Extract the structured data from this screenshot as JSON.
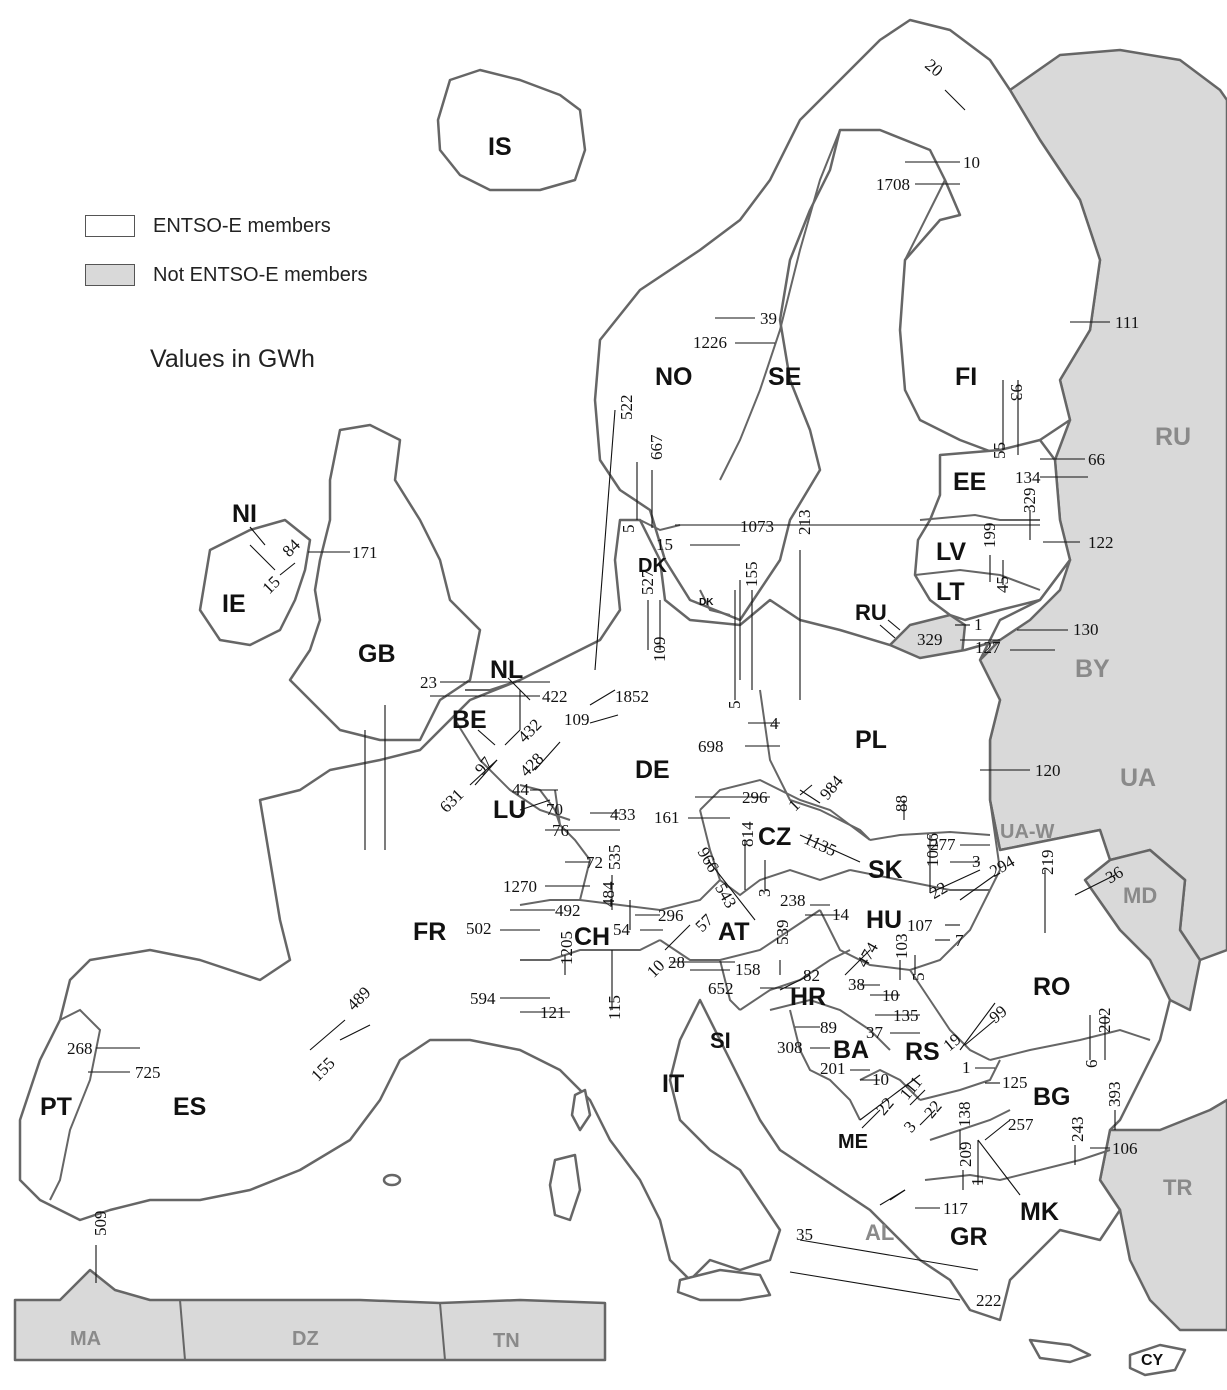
{
  "legend": {
    "members_label": "ENTSO-E members",
    "nonmembers_label": "Not ENTSO-E members",
    "member_fill": "#ffffff",
    "nonmember_fill": "#d9d9d9"
  },
  "units_label": "Values in GWh",
  "countries": [
    {
      "code": "IS",
      "member": true
    },
    {
      "code": "NO",
      "member": true
    },
    {
      "code": "SE",
      "member": true
    },
    {
      "code": "FI",
      "member": true
    },
    {
      "code": "RU",
      "member": false
    },
    {
      "code": "EE",
      "member": true
    },
    {
      "code": "LV",
      "member": true
    },
    {
      "code": "LT",
      "member": true
    },
    {
      "code": "RU",
      "member": false
    },
    {
      "code": "BY",
      "member": false
    },
    {
      "code": "DK",
      "member": true
    },
    {
      "code": "DK",
      "member": true
    },
    {
      "code": "NI",
      "member": true
    },
    {
      "code": "IE",
      "member": true
    },
    {
      "code": "GB",
      "member": true
    },
    {
      "code": "NL",
      "member": true
    },
    {
      "code": "BE",
      "member": true
    },
    {
      "code": "LU",
      "member": true
    },
    {
      "code": "DE",
      "member": true
    },
    {
      "code": "PL",
      "member": true
    },
    {
      "code": "UA",
      "member": false
    },
    {
      "code": "UA-W",
      "member": false
    },
    {
      "code": "CZ",
      "member": true
    },
    {
      "code": "SK",
      "member": true
    },
    {
      "code": "MD",
      "member": false
    },
    {
      "code": "FR",
      "member": true
    },
    {
      "code": "CH",
      "member": true
    },
    {
      "code": "AT",
      "member": true
    },
    {
      "code": "HU",
      "member": true
    },
    {
      "code": "RO",
      "member": true
    },
    {
      "code": "SI",
      "member": true
    },
    {
      "code": "HR",
      "member": true
    },
    {
      "code": "BA",
      "member": true
    },
    {
      "code": "RS",
      "member": true
    },
    {
      "code": "ME",
      "member": true
    },
    {
      "code": "BG",
      "member": true
    },
    {
      "code": "MK",
      "member": true
    },
    {
      "code": "AL",
      "member": false
    },
    {
      "code": "GR",
      "member": true
    },
    {
      "code": "TR",
      "member": false
    },
    {
      "code": "IT",
      "member": true
    },
    {
      "code": "PT",
      "member": true
    },
    {
      "code": "ES",
      "member": true
    },
    {
      "code": "MA",
      "member": false
    },
    {
      "code": "DZ",
      "member": false
    },
    {
      "code": "TN",
      "member": false
    },
    {
      "code": "CY",
      "member": false
    }
  ],
  "flows": [
    "20",
    "10",
    "1708",
    "39",
    "1226",
    "111",
    "522",
    "667",
    "5",
    "1073",
    "15",
    "93",
    "55",
    "66",
    "134",
    "329",
    "122",
    "199",
    "45",
    "213",
    "155",
    "527",
    "109",
    "5",
    "1",
    "329",
    "127",
    "130",
    "171",
    "84",
    "15",
    "23",
    "422",
    "1852",
    "432",
    "109",
    "4",
    "698",
    "428",
    "97",
    "631",
    "44",
    "70",
    "76",
    "433",
    "296",
    "161",
    "984",
    "1",
    "120",
    "88",
    "1016",
    "277",
    "3",
    "22",
    "294",
    "219",
    "36",
    "814",
    "3",
    "1135",
    "966",
    "543",
    "72",
    "535",
    "1270",
    "492",
    "484",
    "502",
    "296",
    "54",
    "57",
    "10",
    "1205",
    "28",
    "158",
    "539",
    "238",
    "14",
    "107",
    "7",
    "474",
    "103",
    "652",
    "82",
    "38",
    "10",
    "5",
    "594",
    "121",
    "115",
    "135",
    "89",
    "37",
    "19",
    "99",
    "202",
    "6",
    "308",
    "201",
    "10",
    "1",
    "125",
    "111",
    "22",
    "22",
    "3",
    "138",
    "257",
    "393",
    "243",
    "106",
    "209",
    "1",
    "117",
    "489",
    "155",
    "268",
    "725",
    "509",
    "35",
    "222"
  ]
}
